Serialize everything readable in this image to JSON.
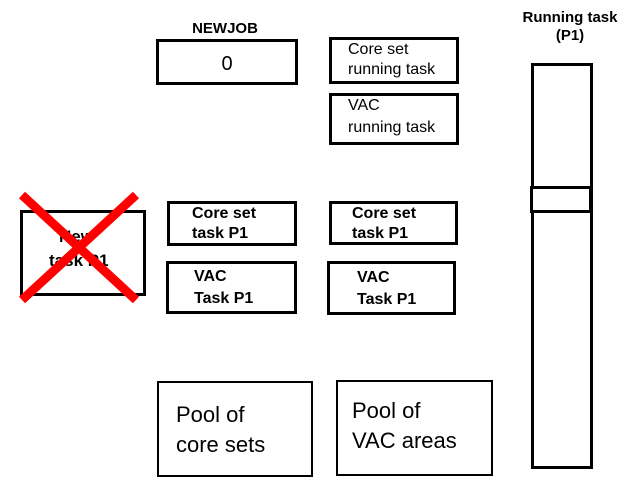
{
  "newjob": {
    "label": "NEWJOB",
    "value": "0"
  },
  "running": {
    "core_set": {
      "line1": "Core set",
      "line2": "running task"
    },
    "vac": {
      "line1": "VAC",
      "line2": "running task"
    }
  },
  "new_task": {
    "line1": "New",
    "line2": "task P1",
    "status": "crossed-out",
    "cross_color": "#ff0000"
  },
  "tasks_col1": {
    "core_set": {
      "line1": "Core set",
      "line2": "task P1"
    },
    "vac": {
      "line1": "VAC",
      "line2": "Task P1"
    }
  },
  "tasks_col2": {
    "core_set": {
      "line1": "Core set",
      "line2": "task P1"
    },
    "vac": {
      "line1": "VAC",
      "line2": "Task P1"
    }
  },
  "pools": {
    "core_sets": {
      "line1": "Pool of",
      "line2": "core sets"
    },
    "vac_areas": {
      "line1": "Pool of",
      "line2": "VAC areas"
    }
  },
  "running_task_column": {
    "title_line1": "Running task",
    "title_line2": "(P1)",
    "marker_position_fraction": 0.39
  }
}
